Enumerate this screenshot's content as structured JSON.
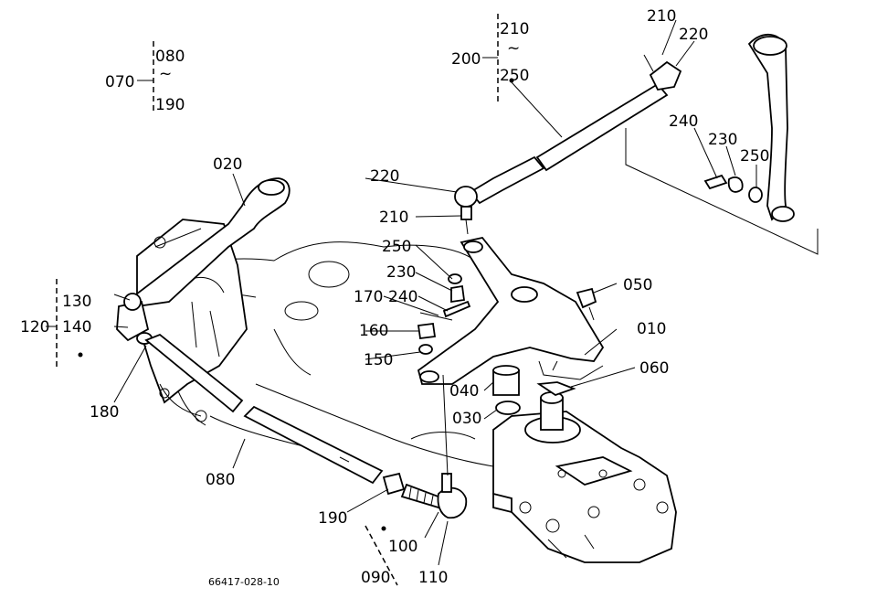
{
  "labels": {
    "l010": "010",
    "l020": "020",
    "l030": "030",
    "l040": "040",
    "l050": "050",
    "l060": "060",
    "l070": "070",
    "l080a": "080",
    "l080b": "080",
    "l090": "090",
    "l100": "100",
    "l110": "110",
    "l120": "120",
    "l130": "130",
    "l140": "140",
    "l150": "150",
    "l160": "160",
    "l170": "170",
    "l180": "180",
    "l190a": "190",
    "l190b": "190",
    "l200": "200",
    "l210a": "210",
    "l210b": "210",
    "l210c": "210",
    "l220a": "220",
    "l220b": "220",
    "l230a": "230",
    "l230b": "230",
    "l240a": "240",
    "l240b": "240",
    "l250a": "250",
    "l250b": "250",
    "l250c": "250",
    "range_tilde_a": "~",
    "range_tilde_b": "~"
  },
  "drawing_code": "66417-028-10",
  "icons": {
    "steering_arm": "steering-arm-icon",
    "tie_rod": "tie-rod-icon",
    "pitman_arm": "pitman-arm-icon",
    "tie_rod_end": "tie-rod-end-icon",
    "gearbox": "steering-gearbox-icon"
  }
}
